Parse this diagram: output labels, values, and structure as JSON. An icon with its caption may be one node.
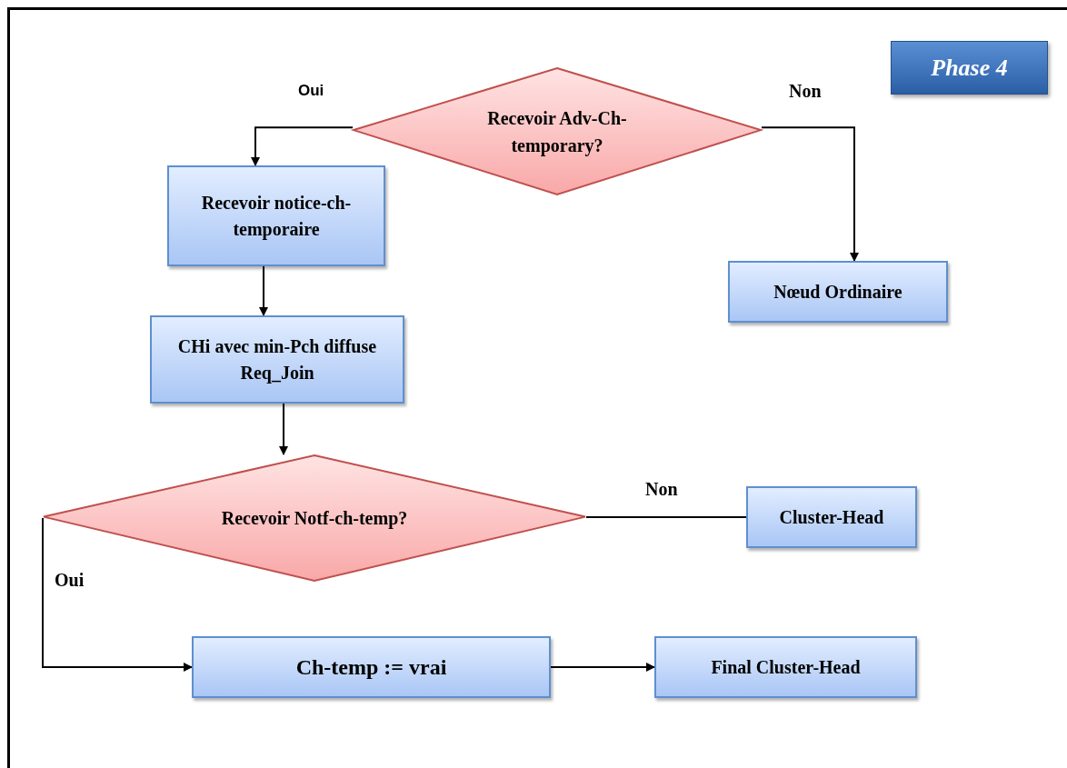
{
  "diagram": {
    "nodes": [
      {
        "text": [
          "Phase 4"
        ]
      },
      {
        "text": [
          "Recevoir Adv-Ch-temporary?"
        ]
      },
      {
        "text": [
          "Recevoir notice-ch-temporaire"
        ]
      },
      {
        "text": [
          "Nœud Ordinaire"
        ]
      },
      {
        "text": [
          "CHi avec min-Pch diffuse Req_Join"
        ]
      },
      {
        "text": [
          "Recevoir Notf-ch-temp?"
        ]
      },
      {
        "text": [
          "Cluster-Head"
        ]
      },
      {
        "text": [
          "Ch-temp := vrai"
        ]
      },
      {
        "text": [
          "Final Cluster-Head"
        ]
      }
    ],
    "edges": [
      {
        "from": 1,
        "to": 2,
        "arrow": "to",
        "label": "Oui"
      },
      {
        "from": 1,
        "to": 3,
        "arrow": "to",
        "label": "Non"
      },
      {
        "from": 2,
        "to": 4,
        "arrow": "to"
      },
      {
        "from": 4,
        "to": 5,
        "arrow": "to"
      },
      {
        "from": 5,
        "to": 6,
        "arrow": "none",
        "label": "Non"
      },
      {
        "from": 5,
        "to": 7,
        "arrow": "to",
        "label": "Oui"
      },
      {
        "from": 7,
        "to": 8,
        "arrow": "to"
      }
    ]
  }
}
